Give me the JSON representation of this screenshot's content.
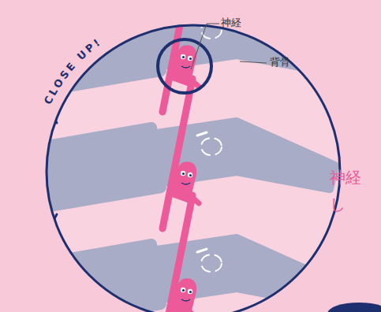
{
  "diagram": {
    "labels": [
      "CLOSE UP!",
      "神経",
      "背骨",
      "神経",
      "し"
    ]
  }
}
